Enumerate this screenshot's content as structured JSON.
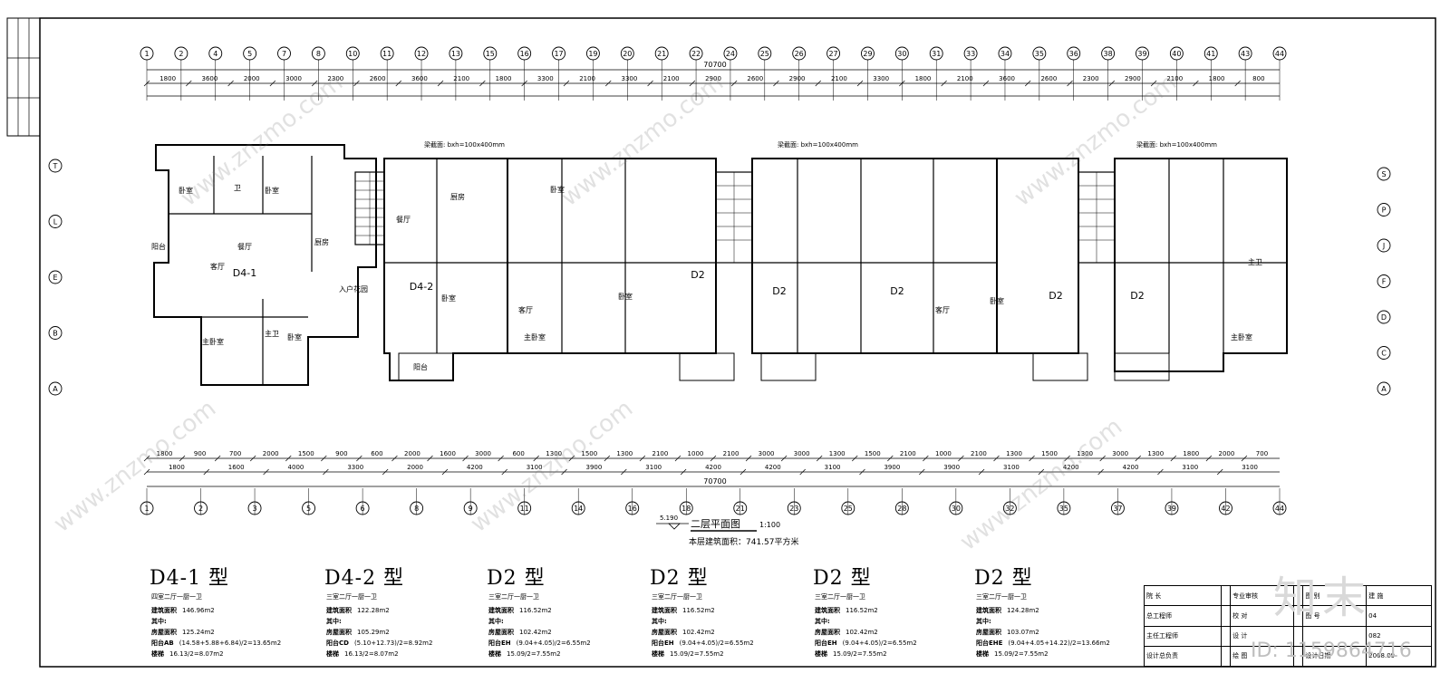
{
  "drawing": {
    "title": "二层平面图",
    "scale": "1:100",
    "level": "5.190",
    "area_note": "本层建筑面积：741.57平方米",
    "total_dim": "70700"
  },
  "axes": {
    "top": [
      "1",
      "2",
      "4",
      "5",
      "7",
      "8",
      "10",
      "11",
      "12",
      "13",
      "15",
      "16",
      "17",
      "19",
      "20",
      "21",
      "22",
      "24",
      "25",
      "26",
      "27",
      "29",
      "30",
      "31",
      "33",
      "34",
      "35",
      "36",
      "38",
      "39",
      "40",
      "41",
      "43",
      "44"
    ],
    "bottom": [
      "1",
      "2",
      "3",
      "5",
      "6",
      "8",
      "9",
      "11",
      "14",
      "16",
      "18",
      "21",
      "23",
      "25",
      "28",
      "30",
      "32",
      "35",
      "37",
      "39",
      "42",
      "44"
    ],
    "left": [
      "T",
      "L",
      "E",
      "B",
      "A"
    ],
    "right": [
      "S",
      "P",
      "J",
      "F",
      "D",
      "C",
      "A"
    ]
  },
  "top_dims_row1": [
    "1800",
    "3600",
    "2000",
    "3000",
    "2300",
    "2600",
    "3600",
    "2100",
    "1800",
    "3300",
    "2100",
    "3300",
    "2100",
    "2900",
    "2600",
    "2900",
    "2100",
    "3300",
    "1800",
    "2100",
    "3600",
    "2600",
    "2300",
    "2900",
    "2100",
    "1800",
    "800"
  ],
  "bottom_dims_row1": [
    "1800",
    "900",
    "700",
    "2000",
    "1500",
    "900",
    "600",
    "2000",
    "1600",
    "3000",
    "600",
    "1300",
    "1500",
    "1300",
    "2100",
    "1000",
    "2100",
    "3000",
    "3000",
    "1300",
    "1500",
    "2100",
    "1000",
    "2100",
    "1300",
    "1500",
    "1300",
    "3000",
    "1300",
    "1800",
    "2000",
    "700"
  ],
  "bottom_dims_row2": [
    "1800",
    "1600",
    "4000",
    "3300",
    "2000",
    "4200",
    "3100",
    "3900",
    "3100",
    "4200",
    "4200",
    "3100",
    "3900",
    "3900",
    "3100",
    "4200",
    "4200",
    "3100",
    "3100"
  ],
  "rooms": [
    "卧室",
    "卧室",
    "餐厅",
    "客厅",
    "主卧室",
    "卧室",
    "厨房",
    "卫",
    "主卫",
    "阳台",
    "卧室",
    "客厅",
    "D4-1",
    "D4-2",
    "D2",
    "D2",
    "D2",
    "D2",
    "D2",
    "主卧室",
    "卧室",
    "客厅",
    "卧室",
    "主卧室",
    "入户花园",
    "餐厅",
    "厨房",
    "卧室",
    "主卫",
    "阳台"
  ],
  "beam_note": "梁截面: bxh=100x400mm",
  "unit_types": [
    {
      "name": "D4-1  型",
      "sub": "四室二厅一厨一卫",
      "rows": [
        [
          "建筑面积",
          "146.96m2"
        ],
        [
          "其中:",
          ""
        ],
        [
          "房屋面积",
          "125.24m2"
        ],
        [
          "阳台AB",
          "(14.58+5.88+6.84)/2=13.65m2"
        ],
        [
          "楼梯",
          "16.13/2=8.07m2"
        ]
      ]
    },
    {
      "name": "D4-2  型",
      "sub": "三室二厅一厨一卫",
      "rows": [
        [
          "建筑面积",
          "122.28m2"
        ],
        [
          "其中:",
          ""
        ],
        [
          "房屋面积",
          "105.29m2"
        ],
        [
          "阳台CD",
          "(5.10+12.73)/2=8.92m2"
        ],
        [
          "楼梯",
          "16.13/2=8.07m2"
        ]
      ]
    },
    {
      "name": "D2  型",
      "sub": "三室二厅一厨一卫",
      "rows": [
        [
          "建筑面积",
          "116.52m2"
        ],
        [
          "其中:",
          ""
        ],
        [
          "房屋面积",
          "102.42m2"
        ],
        [
          "阳台EH",
          "(9.04+4.05)/2=6.55m2"
        ],
        [
          "楼梯",
          "15.09/2=7.55m2"
        ]
      ]
    },
    {
      "name": "D2  型",
      "sub": "三室二厅一厨一卫",
      "rows": [
        [
          "建筑面积",
          "116.52m2"
        ],
        [
          "其中:",
          ""
        ],
        [
          "房屋面积",
          "102.42m2"
        ],
        [
          "阳台EH",
          "(9.04+4.05)/2=6.55m2"
        ],
        [
          "楼梯",
          "15.09/2=7.55m2"
        ]
      ]
    },
    {
      "name": "D2  型",
      "sub": "三室二厅一厨一卫",
      "rows": [
        [
          "建筑面积",
          "116.52m2"
        ],
        [
          "其中:",
          ""
        ],
        [
          "房屋面积",
          "102.42m2"
        ],
        [
          "阳台EH",
          "(9.04+4.05)/2=6.55m2"
        ],
        [
          "楼梯",
          "15.09/2=7.55m2"
        ]
      ]
    },
    {
      "name": "D2  型",
      "sub": "三室二厅一厨一卫",
      "rows": [
        [
          "建筑面积",
          "124.28m2"
        ],
        [
          "其中:",
          ""
        ],
        [
          "房屋面积",
          "103.07m2"
        ],
        [
          "阳台EHE",
          "(9.04+4.05+14.22)/2=13.66m2"
        ],
        [
          "楼梯",
          "15.09/2=7.55m2"
        ]
      ]
    }
  ],
  "title_block": {
    "r1": [
      "院    长",
      "",
      "专业审核",
      "",
      "图  别",
      "建 施"
    ],
    "r2": [
      "总工程师",
      "",
      "校    对",
      "",
      "图  号",
      "04"
    ],
    "r3": [
      "主任工程师",
      "",
      "设    计",
      "",
      "",
      "082"
    ],
    "r4": [
      "设计总负责",
      "",
      "绘    图",
      "",
      "设计日期",
      "2008.09"
    ]
  },
  "watermark": "www.znzmo.com",
  "brand": "知末",
  "brand_id": "ID: 1159864716"
}
